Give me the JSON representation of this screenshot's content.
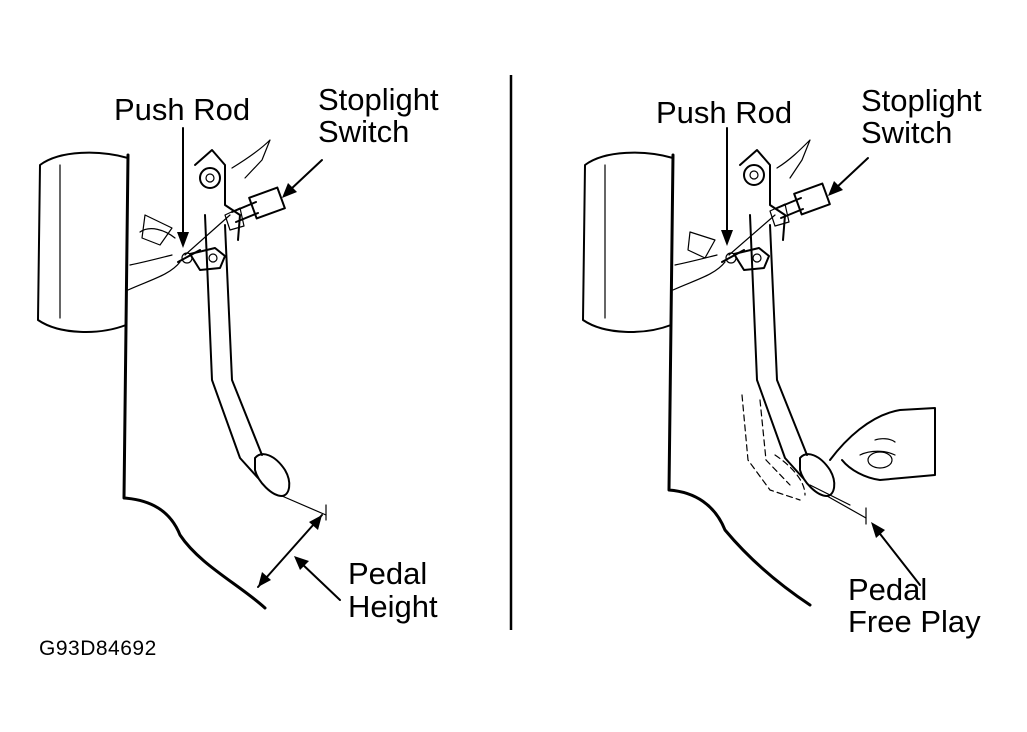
{
  "figure_code": "G93D84692",
  "left_panel": {
    "push_rod_label": "Push Rod",
    "switch_label_line1": "Stoplight",
    "switch_label_line2": "Switch",
    "measure_label_line1": "Pedal",
    "measure_label_line2": "Height"
  },
  "right_panel": {
    "push_rod_label": "Push Rod",
    "switch_label_line1": "Stoplight",
    "switch_label_line2": "Switch",
    "measure_label_line1": "Pedal",
    "measure_label_line2": "Free Play"
  }
}
